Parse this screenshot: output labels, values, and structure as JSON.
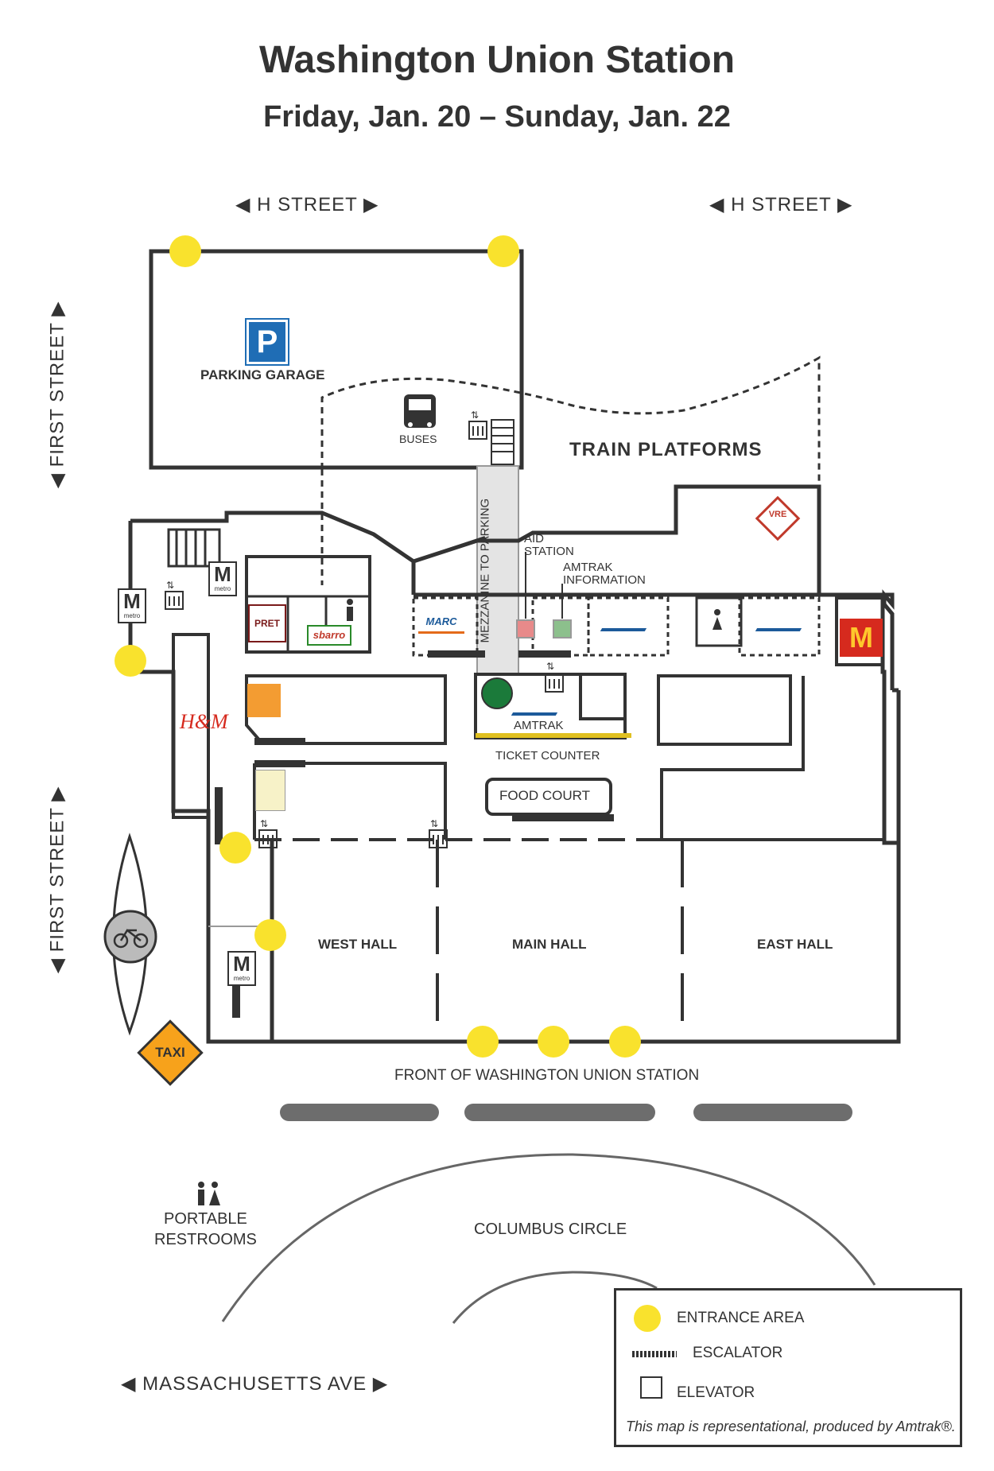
{
  "header": {
    "title": "Washington Union Station",
    "subtitle": "Friday, Jan. 20 – Sunday, Jan. 22"
  },
  "streets": {
    "h_street_left": "H STREET",
    "h_street_right": "H STREET",
    "first_street_upper": "FIRST STREET",
    "first_street_lower": "FIRST STREET",
    "massachusetts": "MASSACHUSETTS AVE",
    "front": "FRONT OF WASHINGTON UNION STATION",
    "columbus": "COLUMBUS CIRCLE"
  },
  "places": {
    "parking_garage": "PARKING GARAGE",
    "buses": "BUSES",
    "train_platforms": "TRAIN PLATFORMS",
    "mezzanine": "MEZZANINE TO PARKING",
    "aid_station_line1": "AID",
    "aid_station_line2": "STATION",
    "amtrak_info_line1": "AMTRAK",
    "amtrak_info_line2": "INFORMATION",
    "amtrak": "AMTRAK",
    "ticket_counter": "TICKET COUNTER",
    "food_court": "FOOD COURT",
    "west_hall": "WEST HALL",
    "main_hall": "MAIN HALL",
    "east_hall": "EAST HALL",
    "portable_restrooms_line1": "PORTABLE",
    "portable_restrooms_line2": "RESTROOMS"
  },
  "logos": {
    "parking": "P",
    "metro": "M",
    "metro_sub": "metro",
    "hm": "H&M",
    "sbarro": "sbarro",
    "marc": "MARC",
    "vre": "VRE",
    "taxi": "TAXI",
    "pret": "PRET",
    "amtrak": "AMTRAK"
  },
  "legend": {
    "entrance": "ENTRANCE AREA",
    "escalator": "ESCALATOR",
    "elevator": "ELEVATOR",
    "note": "This map is representational, produced by Amtrak®."
  },
  "colors": {
    "entrance": "#f9e22d",
    "wall": "#333333",
    "parking_blue": "#1f6db5",
    "mezzanine": "#e4e4e4",
    "curb": "#6d6d6d",
    "mcdonalds_red": "#d62a1e",
    "mcdonalds_yellow": "#ffc72c",
    "taxi_orange": "#f7a21b",
    "amtrak_blue": "#1c5a9a",
    "aid_red": "#e88a8a",
    "info_green": "#8cc08c"
  }
}
